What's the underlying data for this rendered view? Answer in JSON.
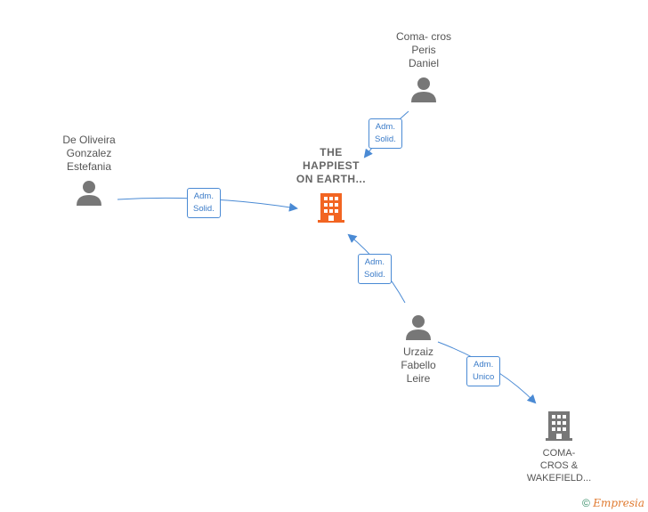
{
  "nodes": {
    "main_company": {
      "lines": [
        "THE",
        "HAPPIEST",
        "ON EARTH..."
      ],
      "color": "#f26522"
    },
    "person_top": {
      "lines": [
        "Coma- cros",
        "Peris",
        "Daniel"
      ]
    },
    "person_left": {
      "lines": [
        "De Oliveira",
        "Gonzalez",
        "Estefania"
      ]
    },
    "person_bottom": {
      "lines": [
        "Urzaiz",
        "Fabello",
        "Leire"
      ]
    },
    "company_bottom": {
      "lines": [
        "COMA-",
        "CROS &",
        "WAKEFIELD..."
      ],
      "color": "#777777"
    }
  },
  "edges": {
    "top_to_main": {
      "lines": [
        "Adm.",
        "Solid."
      ]
    },
    "left_to_main": {
      "lines": [
        "Adm.",
        "Solid."
      ]
    },
    "bottom_to_main": {
      "lines": [
        "Adm.",
        "Solid."
      ]
    },
    "bottom_to_company": {
      "lines": [
        "Adm.",
        "Unico"
      ]
    }
  },
  "footer": {
    "copyright": "©",
    "brand": "Empresia"
  },
  "colors": {
    "edge": "#4a8ad4",
    "person_icon": "#777777"
  }
}
